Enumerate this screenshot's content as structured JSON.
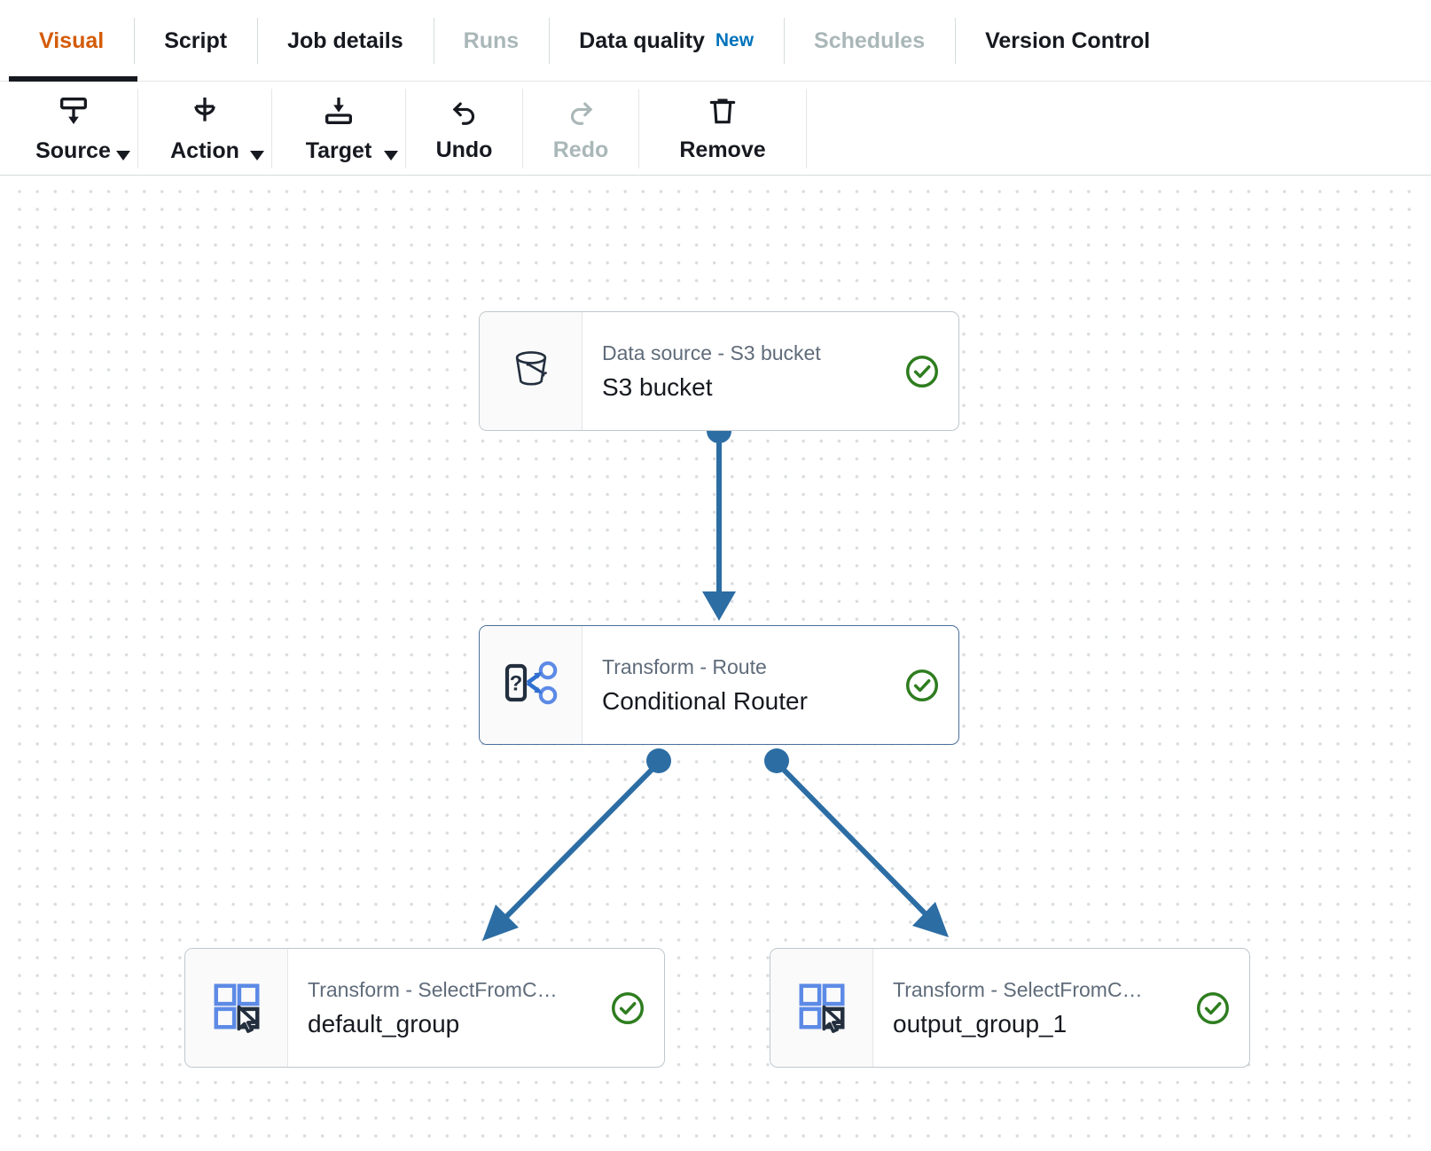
{
  "tabs": [
    {
      "label": "Visual",
      "state": "active",
      "name": "tab-visual"
    },
    {
      "label": "Script",
      "state": "normal",
      "name": "tab-script"
    },
    {
      "label": "Job details",
      "state": "normal",
      "name": "tab-job-details"
    },
    {
      "label": "Runs",
      "state": "disabled",
      "name": "tab-runs"
    },
    {
      "label": "Data quality",
      "state": "normal",
      "name": "tab-data-quality",
      "badge": "New"
    },
    {
      "label": "Schedules",
      "state": "disabled",
      "name": "tab-schedules"
    },
    {
      "label": "Version Control",
      "state": "normal",
      "name": "tab-version-control"
    }
  ],
  "toolbar": {
    "source_label": "Source",
    "action_label": "Action",
    "target_label": "Target",
    "undo_label": "Undo",
    "redo_label": "Redo",
    "remove_label": "Remove",
    "zoom_in_icon": "zoom-in-icon",
    "zoom_out_icon": "zoom-out-icon",
    "fit_icon": "fit-to-screen-icon"
  },
  "colors": {
    "active_tab": "#d45b07",
    "badge_new": "#0073bb",
    "edge": "#2c6da4",
    "status_ok": "#2e7d1f",
    "selected_border": "#4a6f9b",
    "grid_dot": "#d9dde0"
  },
  "graph": {
    "nodes": [
      {
        "id": "s3-bucket",
        "subtitle": "Data source - S3 bucket",
        "title": "S3 bucket",
        "icon": "s3-bucket-icon",
        "status": "ok",
        "selected": false
      },
      {
        "id": "conditional-router",
        "subtitle": "Transform - Route",
        "title": "Conditional Router",
        "icon": "route-icon",
        "status": "ok",
        "selected": true
      },
      {
        "id": "default-group",
        "subtitle": "Transform - SelectFromC…",
        "title": "default_group",
        "icon": "select-from-collection-icon",
        "status": "ok",
        "selected": false
      },
      {
        "id": "output-group-1",
        "subtitle": "Transform - SelectFromC…",
        "title": "output_group_1",
        "icon": "select-from-collection-icon",
        "status": "ok",
        "selected": false
      }
    ]
  }
}
